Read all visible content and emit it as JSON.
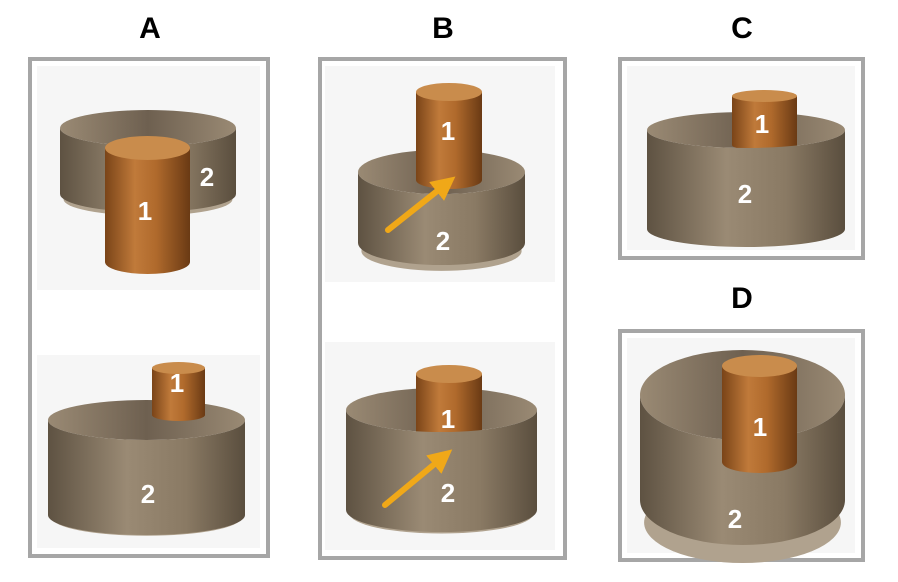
{
  "panels": [
    {
      "label": "A",
      "scenes": [
        {
          "object1": "1",
          "object2": "2"
        },
        {
          "object1": "1",
          "object2": "2"
        }
      ]
    },
    {
      "label": "B",
      "scenes": [
        {
          "object1": "1",
          "object2": "2"
        },
        {
          "object1": "1",
          "object2": "2"
        }
      ]
    },
    {
      "label": "C",
      "scenes": [
        {
          "object1": "1",
          "object2": "2"
        }
      ]
    },
    {
      "label": "D",
      "scenes": [
        {
          "object1": "1",
          "object2": "2"
        }
      ]
    }
  ],
  "colors": {
    "frame": "#a6a6a6",
    "arrow": "#f0a818",
    "cylinder": "#a8642a",
    "ring": "#8a7a66",
    "scene_bg": "#f6f6f6"
  }
}
